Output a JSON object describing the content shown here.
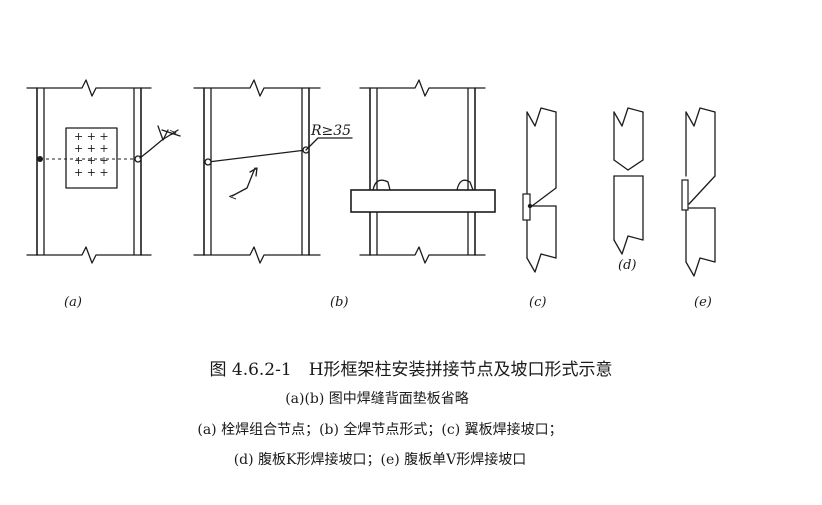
{
  "figure": {
    "caption_title": "图 4.6.2-1　H形框架柱安装拼接节点及坡口形式示意",
    "caption_note_1": "(a)(b) 图中焊缝背面垫板省略",
    "caption_note_2": "(a) 栓焊组合节点；(b) 全焊节点形式；(c) 翼板焊接坡口；",
    "caption_note_3": "(d) 腹板K形焊接坡口；(e) 腹板单V形焊接坡口"
  },
  "panels": {
    "a": {
      "label": "(a)"
    },
    "b": {
      "label": "(b)",
      "radius_label": "R≥35"
    },
    "c": {
      "label": "(c)"
    },
    "d": {
      "label": "(d)"
    },
    "e": {
      "label": "(e)"
    }
  }
}
